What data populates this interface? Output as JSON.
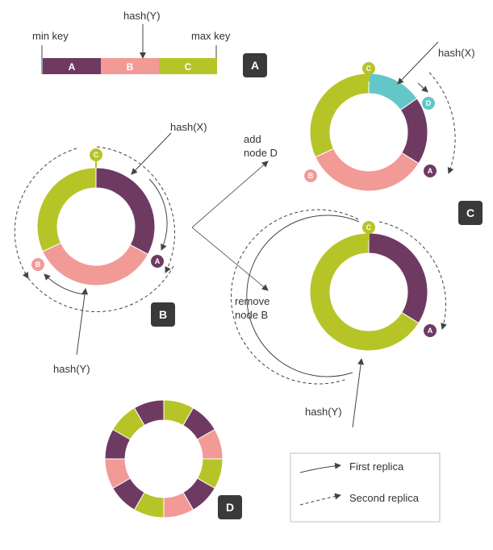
{
  "colors": {
    "a": "#6f3a62",
    "b": "#f29a96",
    "c": "#b7c427",
    "d": "#63c7c7",
    "panel_badge": "#3a3a3a",
    "line": "#555555"
  },
  "panel_a": {
    "badge": "A",
    "min_key": "min key",
    "max_key": "max key",
    "hash_y": "hash(Y)",
    "segments": [
      "A",
      "B",
      "C"
    ]
  },
  "panel_b": {
    "badge": "B",
    "hash_x": "hash(X)",
    "hash_y": "hash(Y)",
    "nodes": [
      "C",
      "A",
      "B"
    ]
  },
  "transitions": {
    "add": "add\nnode D",
    "add_line1": "add",
    "add_line2": "node D",
    "remove_line1": "remove",
    "remove_line2": "node B"
  },
  "panel_c": {
    "badge": "C",
    "top": {
      "hash_x": "hash(X)",
      "nodes": [
        "C",
        "D",
        "A",
        "B"
      ]
    },
    "bottom": {
      "hash_y": "hash(Y)",
      "nodes": [
        "C",
        "A"
      ]
    }
  },
  "panel_d": {
    "badge": "D"
  },
  "legend": {
    "first": "First replica",
    "second": "Second replica"
  }
}
